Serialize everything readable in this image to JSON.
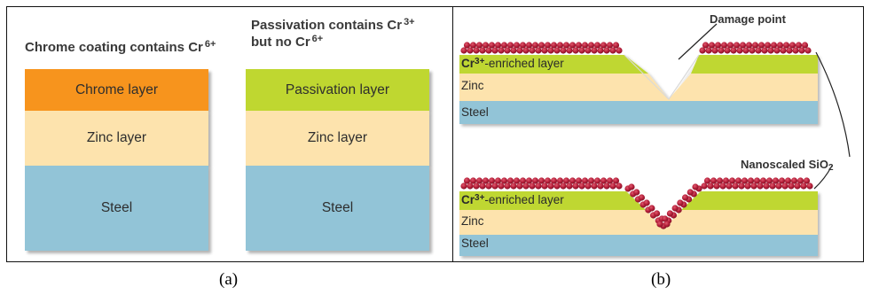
{
  "panel_a": {
    "caption": "(a)",
    "left_stack": {
      "title": "Chrome coating contains Cr",
      "title_sup": "6+",
      "layers": [
        "Chrome layer",
        "Zinc layer",
        "Steel"
      ]
    },
    "right_stack": {
      "title_line1": "Passivation contains Cr",
      "title_line1_sup": "3+",
      "title_line2": "but no Cr",
      "title_line2_sup": "6+",
      "layers": [
        "Passivation layer",
        "Zinc layer",
        "Steel"
      ]
    }
  },
  "panel_b": {
    "caption": "(b)",
    "damage_label": "Damage point",
    "nano_label": "Nanoscaled SiO",
    "nano_sub": "2",
    "top": {
      "layer_prefix": "Cr",
      "layer_sup": "3+",
      "layer_rest": "-enriched layer",
      "zinc": "Zinc",
      "steel": "Steel"
    },
    "bottom": {
      "layer_prefix": "Cr",
      "layer_sup": "3+",
      "layer_rest": "-enriched layer",
      "zinc": "Zinc",
      "steel": "Steel"
    }
  },
  "colors": {
    "chrome": "#f7941d",
    "passivation": "#bfd730",
    "zinc": "#fde3ad",
    "steel": "#92c4d7",
    "bead": "#b51f3a"
  }
}
